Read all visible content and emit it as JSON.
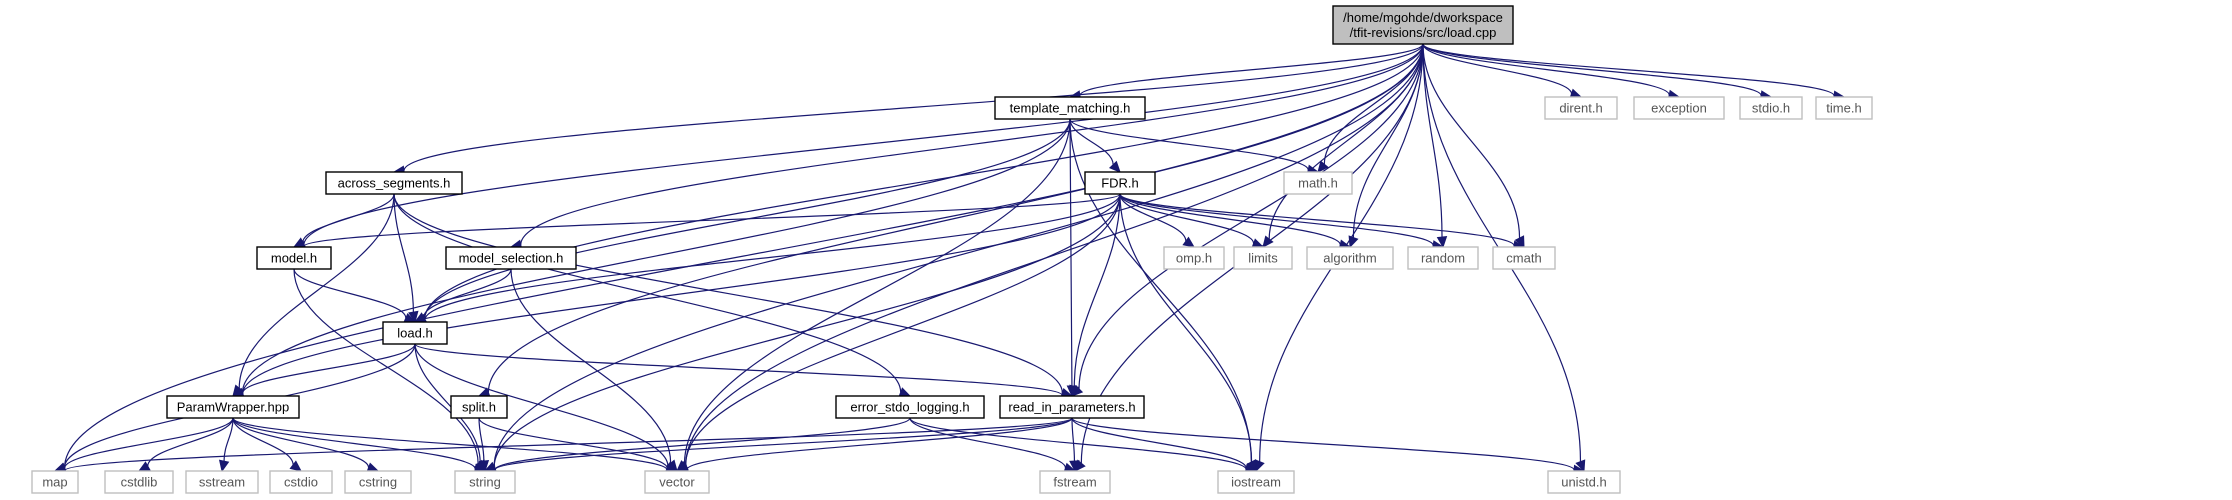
{
  "graph": {
    "root": [
      "/home/mgohde/dworkspace",
      "/tfit-revisions/src/load.cpp"
    ],
    "nodes": {
      "root": [
        "/home/mgohde/dworkspace",
        "/tfit-revisions/src/load.cpp"
      ],
      "template_matching": [
        "template_matching.h"
      ],
      "across_segments": [
        "across_segments.h"
      ],
      "FDR": [
        "FDR.h"
      ],
      "model": [
        "model.h"
      ],
      "model_selection": [
        "model_selection.h"
      ],
      "load_h": [
        "load.h"
      ],
      "split": [
        "split.h"
      ],
      "ParamWrapper": [
        "ParamWrapper.hpp"
      ],
      "error_stdo_logging": [
        "error_stdo_logging.h"
      ],
      "read_in_parameters": [
        "read_in_parameters.h"
      ],
      "dirent": [
        "dirent.h"
      ],
      "exception": [
        "exception"
      ],
      "stdio": [
        "stdio.h"
      ],
      "time": [
        "time.h"
      ],
      "math": [
        "math.h"
      ],
      "omp": [
        "omp.h"
      ],
      "limits": [
        "limits"
      ],
      "algorithm": [
        "algorithm"
      ],
      "random": [
        "random"
      ],
      "cmath": [
        "cmath"
      ],
      "map": [
        "map"
      ],
      "cstdlib": [
        "cstdlib"
      ],
      "sstream": [
        "sstream"
      ],
      "cstdio": [
        "cstdio"
      ],
      "cstring": [
        "cstring"
      ],
      "string": [
        "string"
      ],
      "vector": [
        "vector"
      ],
      "fstream": [
        "fstream"
      ],
      "iostream": [
        "iostream"
      ],
      "unistd": [
        "unistd.h"
      ]
    },
    "documented": [
      "root",
      "template_matching",
      "across_segments",
      "FDR",
      "model",
      "model_selection",
      "load_h",
      "split",
      "ParamWrapper",
      "error_stdo_logging",
      "read_in_parameters"
    ],
    "edges": [
      [
        "root",
        "template_matching"
      ],
      [
        "root",
        "across_segments"
      ],
      [
        "root",
        "model"
      ],
      [
        "root",
        "model_selection"
      ],
      [
        "root",
        "load_h"
      ],
      [
        "root",
        "split"
      ],
      [
        "root",
        "read_in_parameters"
      ],
      [
        "root",
        "dirent"
      ],
      [
        "root",
        "exception"
      ],
      [
        "root",
        "stdio"
      ],
      [
        "root",
        "time"
      ],
      [
        "root",
        "math"
      ],
      [
        "root",
        "limits"
      ],
      [
        "root",
        "algorithm"
      ],
      [
        "root",
        "random"
      ],
      [
        "root",
        "cmath"
      ],
      [
        "root",
        "map"
      ],
      [
        "root",
        "string"
      ],
      [
        "root",
        "vector"
      ],
      [
        "root",
        "fstream"
      ],
      [
        "root",
        "iostream"
      ],
      [
        "root",
        "unistd"
      ],
      [
        "template_matching",
        "FDR"
      ],
      [
        "template_matching",
        "math"
      ],
      [
        "template_matching",
        "ParamWrapper"
      ],
      [
        "template_matching",
        "load_h"
      ],
      [
        "template_matching",
        "read_in_parameters"
      ],
      [
        "template_matching",
        "vector"
      ],
      [
        "template_matching",
        "iostream"
      ],
      [
        "across_segments",
        "model"
      ],
      [
        "across_segments",
        "load_h"
      ],
      [
        "across_segments",
        "ParamWrapper"
      ],
      [
        "across_segments",
        "read_in_parameters"
      ],
      [
        "across_segments",
        "error_stdo_logging"
      ],
      [
        "FDR",
        "model"
      ],
      [
        "FDR",
        "load_h"
      ],
      [
        "FDR",
        "ParamWrapper"
      ],
      [
        "FDR",
        "read_in_parameters"
      ],
      [
        "FDR",
        "omp"
      ],
      [
        "FDR",
        "limits"
      ],
      [
        "FDR",
        "algorithm"
      ],
      [
        "FDR",
        "random"
      ],
      [
        "FDR",
        "cmath"
      ],
      [
        "FDR",
        "iostream"
      ],
      [
        "FDR",
        "vector"
      ],
      [
        "FDR",
        "string"
      ],
      [
        "model",
        "load_h"
      ],
      [
        "model",
        "string"
      ],
      [
        "model_selection",
        "load_h"
      ],
      [
        "model_selection",
        "vector"
      ],
      [
        "load_h",
        "ParamWrapper"
      ],
      [
        "load_h",
        "read_in_parameters"
      ],
      [
        "load_h",
        "map"
      ],
      [
        "load_h",
        "string"
      ],
      [
        "load_h",
        "vector"
      ],
      [
        "split",
        "string"
      ],
      [
        "split",
        "vector"
      ],
      [
        "ParamWrapper",
        "map"
      ],
      [
        "ParamWrapper",
        "cstdlib"
      ],
      [
        "ParamWrapper",
        "sstream"
      ],
      [
        "ParamWrapper",
        "cstdio"
      ],
      [
        "ParamWrapper",
        "cstring"
      ],
      [
        "ParamWrapper",
        "string"
      ],
      [
        "ParamWrapper",
        "vector"
      ],
      [
        "error_stdo_logging",
        "fstream"
      ],
      [
        "error_stdo_logging",
        "iostream"
      ],
      [
        "error_stdo_logging",
        "string"
      ],
      [
        "read_in_parameters",
        "map"
      ],
      [
        "read_in_parameters",
        "string"
      ],
      [
        "read_in_parameters",
        "vector"
      ],
      [
        "read_in_parameters",
        "fstream"
      ],
      [
        "read_in_parameters",
        "iostream"
      ],
      [
        "read_in_parameters",
        "unistd"
      ]
    ]
  },
  "colors": {
    "edge": "#191970",
    "root_fill": "#bfbfbf",
    "documented_border": "#000000",
    "external_border": "#bfbfbf",
    "external_text": "#555555",
    "text": "#000000"
  }
}
